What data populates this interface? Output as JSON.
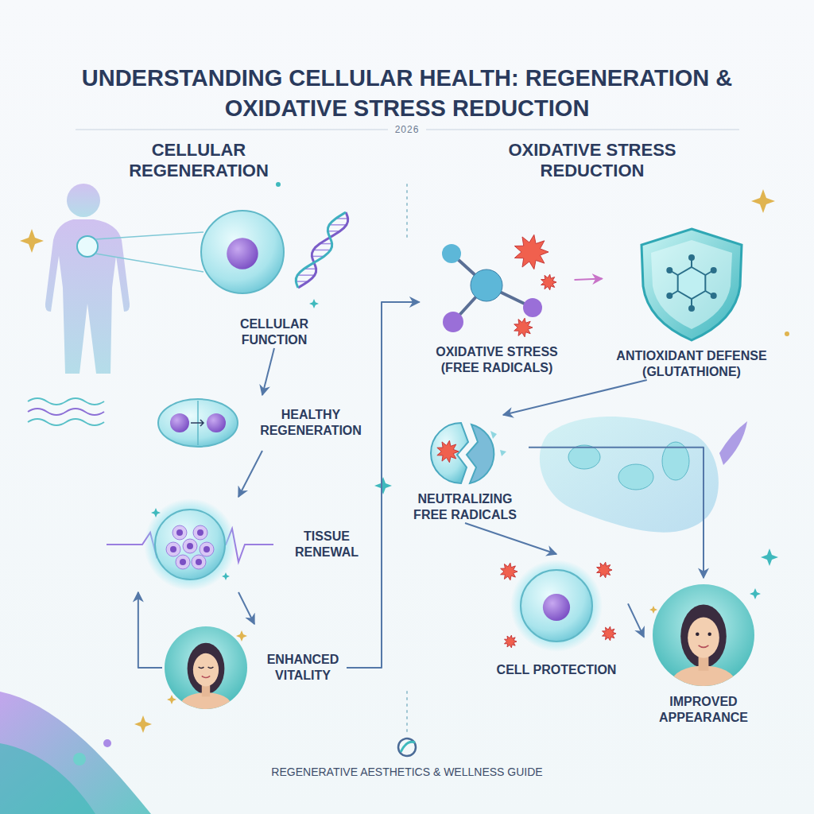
{
  "diagram": {
    "title": "UNDERSTANDING CELLULAR HEALTH: REGENERATION & OXIDATIVE STRESS REDUCTION",
    "caption": "REGENERATIVE AESTHETICS & WELLNESS GUIDE",
    "nodes": [
      {
        "text": [
          "CELLULAR FUNCTION"
        ]
      },
      {
        "text": [
          "HEALTHY REGENERATION"
        ]
      },
      {
        "text": [
          "TISSUE RENEWAL"
        ]
      },
      {
        "text": [
          "ENHANCED VITALITY"
        ]
      },
      {
        "text": [
          "OXIDATIVE STRESS (FREE RADICALS)"
        ]
      },
      {
        "text": [
          "ANTIOXIDANT DEFENSE (GLUTATHIONE)"
        ]
      },
      {
        "text": [
          "NEUTRALIZING FREE RADICALS"
        ]
      },
      {
        "text": [
          "CELL PROTECTION"
        ]
      },
      {
        "text": [
          "IMPROVED APPEARANCE"
        ]
      }
    ],
    "edges": [
      {
        "from": 0,
        "to": 1,
        "arrow": "to"
      },
      {
        "from": 1,
        "to": 2,
        "arrow": "to"
      },
      {
        "from": 2,
        "to": 3,
        "arrow": "to"
      },
      {
        "from": 3,
        "to": 2,
        "arrow": "to"
      },
      {
        "from": 3,
        "to": 4,
        "arrow": "to"
      },
      {
        "from": 4,
        "to": 5,
        "arrow": "to"
      },
      {
        "from": 5,
        "to": 6,
        "arrow": "to"
      },
      {
        "from": 6,
        "to": 7,
        "arrow": "to"
      },
      {
        "from": 6,
        "to": 8,
        "arrow": "to"
      },
      {
        "from": 7,
        "to": 8,
        "arrow": "to"
      }
    ],
    "labels": [
      "2026",
      "CELLULAR REGENERATION",
      "OXIDATIVE STRESS REDUCTION"
    ]
  }
}
